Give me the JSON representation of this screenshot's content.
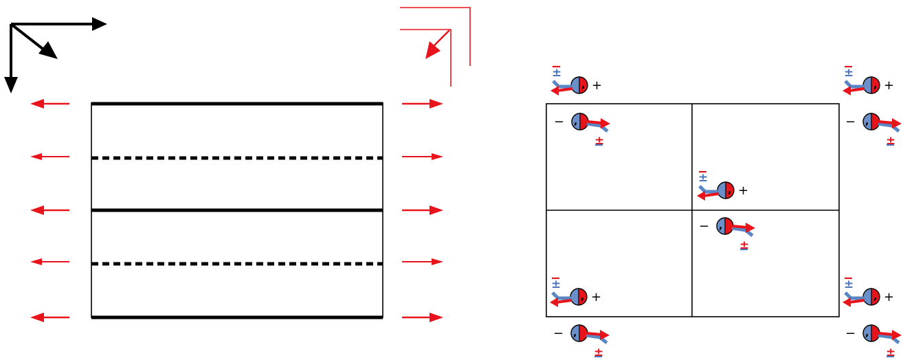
{
  "colors": {
    "line": "#000000",
    "field_arrow": "#e8141b",
    "cell_red": "#e8141b",
    "cell_blue": "#6b8fc9",
    "blue_arrow": "#5b86c4",
    "sign_blue": "#4a74bb",
    "sign_red": "#e8141b"
  },
  "icons": [
    "coordinate-axes",
    "field-direction-arrow",
    "polarized-cell",
    "current-arrow"
  ],
  "left_panel": {
    "field_rows": 5,
    "cable_boundaries": [
      "solid",
      "dashed",
      "solid",
      "dashed",
      "solid"
    ]
  },
  "right_panel": {
    "grid_size": "2x2",
    "cell_labels": {
      "top_sign_blue": "±",
      "plus": "+",
      "minus": "−",
      "bottom_sign_red": "±",
      "inner_mark": ","
    },
    "cell_groups": 5
  }
}
